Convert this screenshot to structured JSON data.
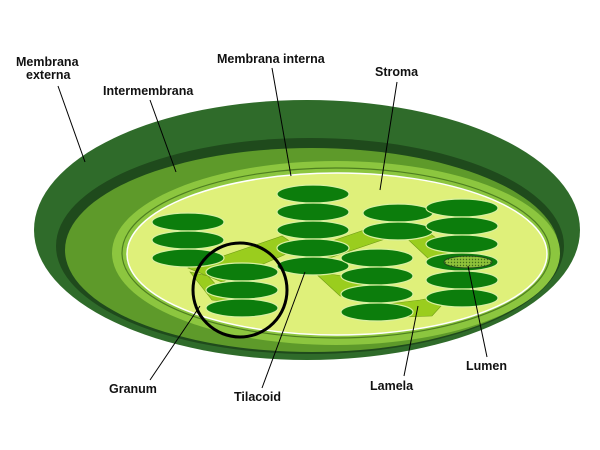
{
  "diagram": {
    "labels": {
      "membrana_externa_1": "Membrana",
      "membrana_externa_2": "externa",
      "intermembrana": "Intermembrana",
      "membrana_interna": "Membrana interna",
      "stroma": "Stroma",
      "granum": "Granum",
      "tilacoid": "Tilacoid",
      "lamela": "Lamela",
      "lumen": "Lumen"
    },
    "colors": {
      "outer_membrane": "#2f6b2a",
      "dark_band": "#1f4a1c",
      "intermembrane": "#5e9a2a",
      "inner_membrane": "#8cc63f",
      "stroma": "#dff07a",
      "lamella": "#9acd1e",
      "thylakoid": "#0c7d0c",
      "thylakoid_edge": "#d9f0a0",
      "lumen": "#7fbf3a",
      "highlight_circle": "#000000",
      "leader_line": "#000000"
    }
  }
}
